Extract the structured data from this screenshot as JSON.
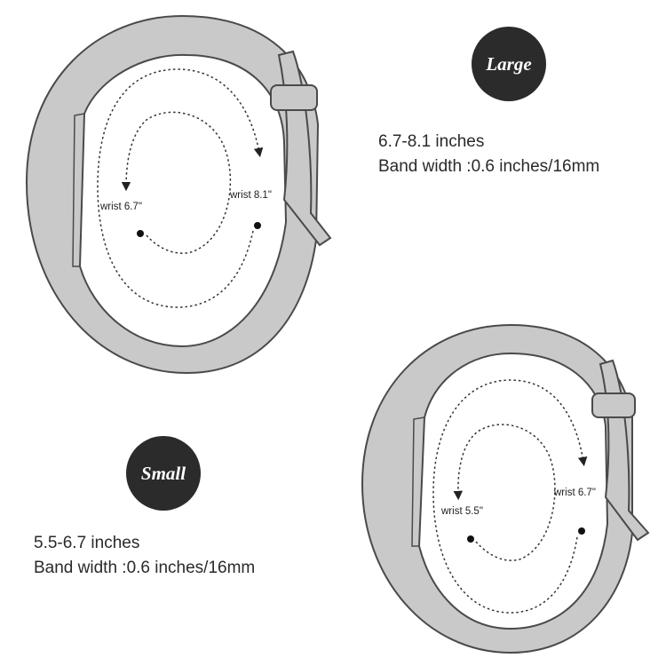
{
  "large": {
    "badge": "Large",
    "range": "6.7-8.1 inches",
    "band_width": "Band width :0.6 inches/16mm",
    "inner_wrist": "wrist 6.7\"",
    "outer_wrist": "wrist 8.1\""
  },
  "small": {
    "badge": "Small",
    "range": "5.5-6.7 inches",
    "band_width": "Band width :0.6 inches/16mm",
    "inner_wrist": "wrist 5.5\"",
    "outer_wrist": "wrist 6.7\""
  },
  "colors": {
    "band_fill": "#c9c9c9",
    "band_stroke": "#4a4a4a",
    "badge_fill": "#2b2b2b",
    "dotted_line": "#333333"
  }
}
